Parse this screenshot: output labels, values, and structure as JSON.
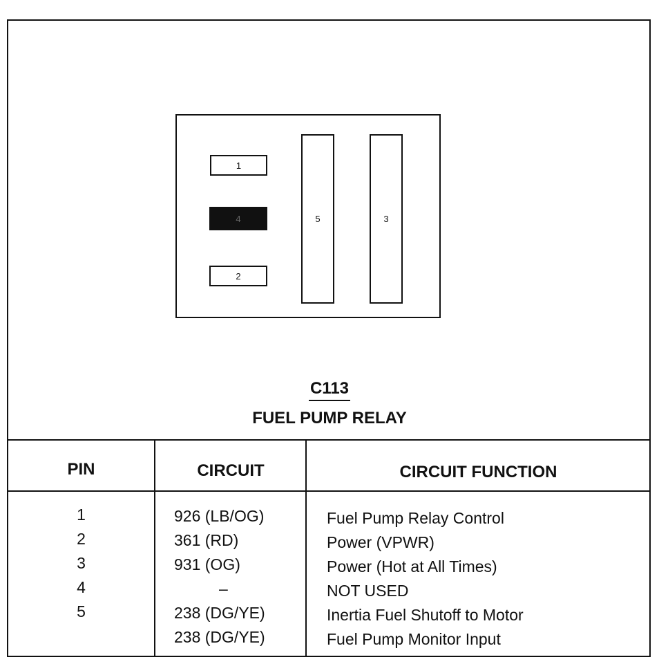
{
  "connector": {
    "id": "C113",
    "name": "FUEL PUMP RELAY"
  },
  "relay_pins": {
    "pin1": "1",
    "pin4": "4",
    "pin2": "2",
    "pin5": "5",
    "pin3": "3"
  },
  "table": {
    "headers": {
      "pin": "PIN",
      "circuit": "CIRCUIT",
      "function": "CIRCUIT FUNCTION"
    },
    "rows": [
      {
        "pin": "1",
        "circuit": "926 (LB/OG)",
        "function": "Fuel Pump Relay Control"
      },
      {
        "pin": "2",
        "circuit": "361 (RD)",
        "function": "Power (VPWR)"
      },
      {
        "pin": "3",
        "circuit": "931 (OG)",
        "function": "Power (Hot at All Times)"
      },
      {
        "pin": "4",
        "circuit": "–",
        "function": "NOT USED"
      },
      {
        "pin": "5",
        "circuit": "238 (DG/YE)",
        "function": "Inertia Fuel Shutoff to Motor"
      },
      {
        "pin": "",
        "circuit": "238 (DG/YE)",
        "function": "Fuel Pump Monitor Input"
      }
    ]
  }
}
